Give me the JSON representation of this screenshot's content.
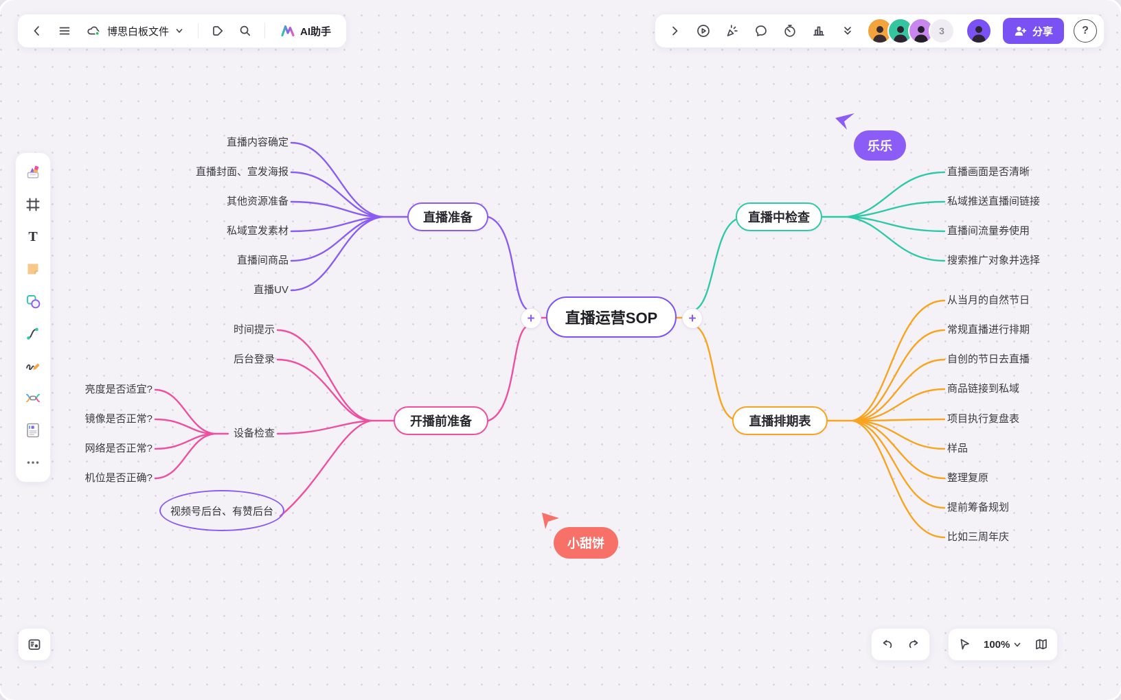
{
  "header": {
    "file_name": "博思白板文件",
    "ai_assistant": "AI助手",
    "share_label": "分享"
  },
  "collab": {
    "extra_count": "3"
  },
  "footer": {
    "zoom_level": "100%"
  },
  "icons": {
    "help": "?",
    "plus": "+",
    "text_tool": "T"
  },
  "colors": {
    "branch_purple": "#8a5cf5",
    "branch_pink": "#ef4f9f",
    "branch_teal": "#2fc9a8",
    "branch_orange": "#f8a41f",
    "accent_purple": "#7a52f4",
    "cursor_purple": "#8b5cf6",
    "cursor_coral": "#f87168"
  },
  "mindmap": {
    "root": "直播运营SOP",
    "branches": [
      {
        "label": "直播准备",
        "color": "#8a5cf5",
        "children": [
          "直播内容确定",
          "直播封面、宣发海报",
          "其他资源准备",
          "私域宣发素材",
          "直播间商品",
          "直播UV"
        ]
      },
      {
        "label": "开播前准备",
        "color": "#ef4f9f",
        "children": [
          "时间提示",
          "后台登录",
          "设备检查"
        ],
        "device_check_children": [
          "亮度是否适宜?",
          "镜像是否正常?",
          "网络是否正常?",
          "机位是否正确?"
        ],
        "ellipse_note": "视频号后台、有赞后台"
      },
      {
        "label": "直播中检查",
        "color": "#2fc9a8",
        "children": [
          "直播画面是否清晰",
          "私域推送直播间链接",
          "直播间流量券使用",
          "搜索推广对象并选择"
        ]
      },
      {
        "label": "直播排期表",
        "color": "#f8a41f",
        "children": [
          "从当月的自然节日",
          "常规直播进行排期",
          "自创的节日去直播",
          "商品链接到私域",
          "项目执行复盘表",
          "样品",
          "整理复原",
          "提前筹备规划",
          "比如三周年庆"
        ]
      }
    ]
  },
  "cursors": [
    {
      "label": "乐乐",
      "color": "#8b5cf6"
    },
    {
      "label": "小甜饼",
      "color": "#f87168"
    }
  ]
}
